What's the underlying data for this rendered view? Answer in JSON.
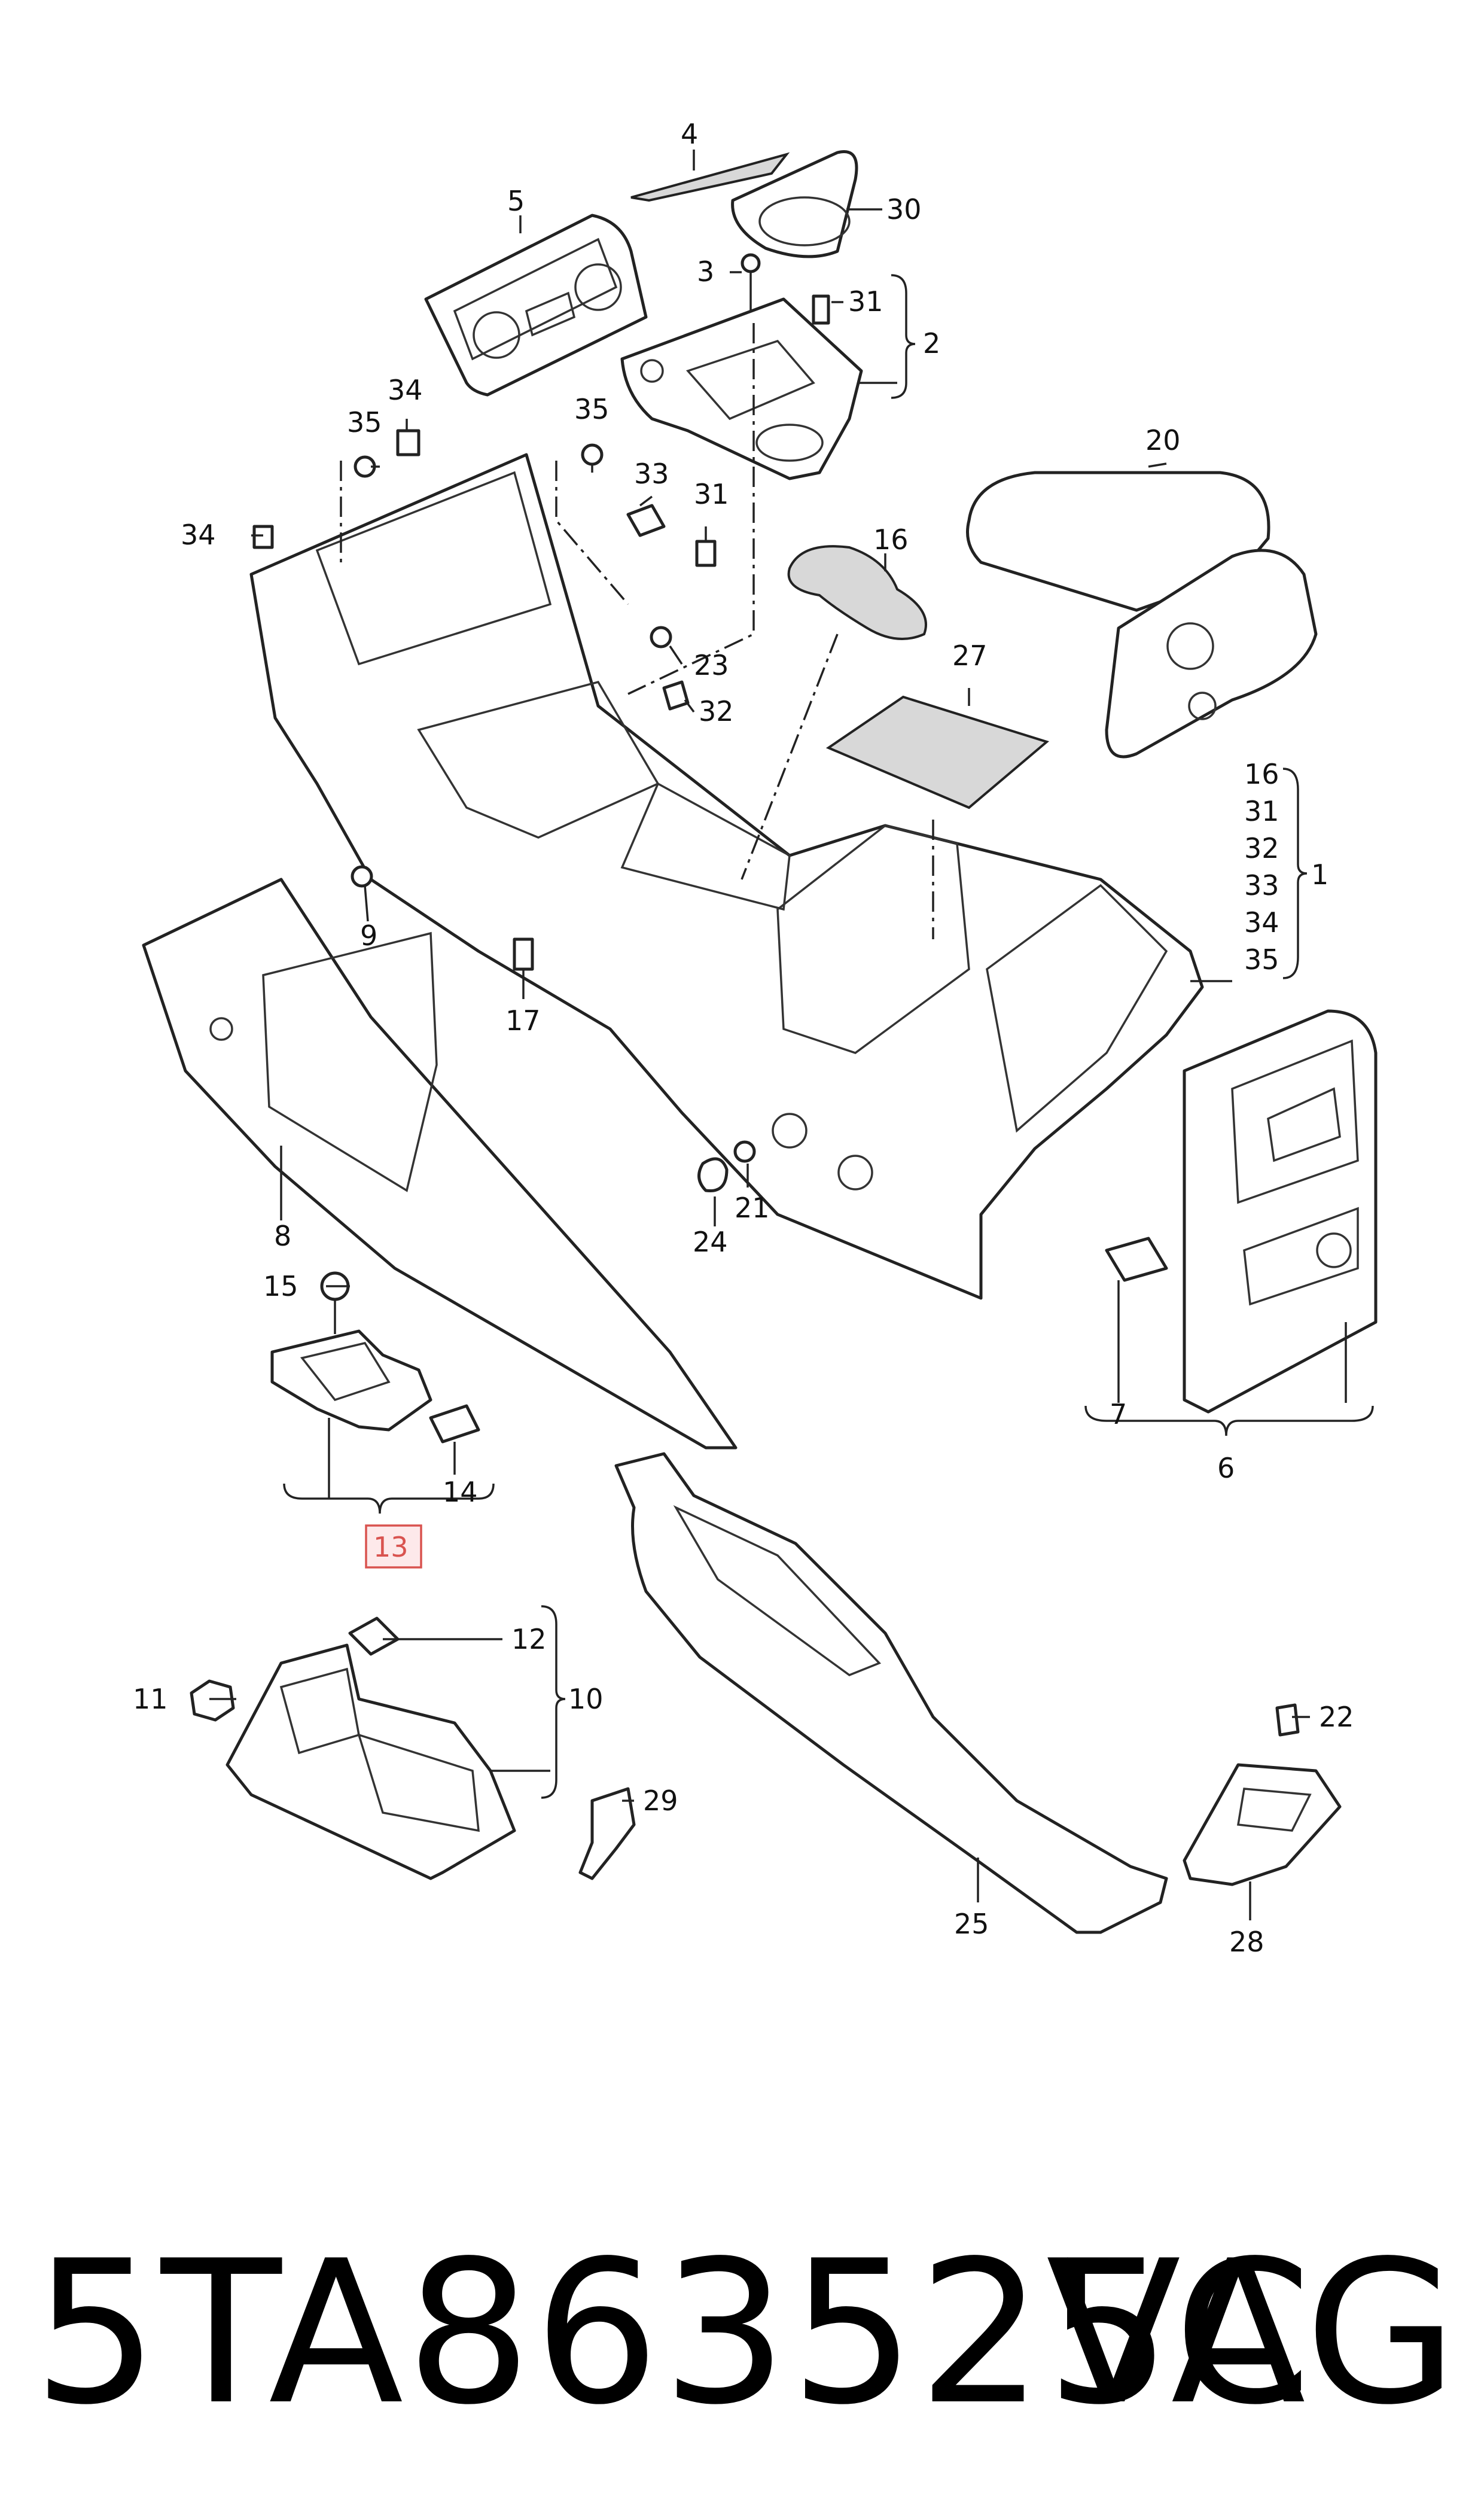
{
  "callouts": [
    {
      "id": "1",
      "label": "1"
    },
    {
      "id": "2",
      "label": "2"
    },
    {
      "id": "3",
      "label": "3"
    },
    {
      "id": "4",
      "label": "4"
    },
    {
      "id": "5",
      "label": "5"
    },
    {
      "id": "6",
      "label": "6"
    },
    {
      "id": "7",
      "label": "7"
    },
    {
      "id": "8",
      "label": "8"
    },
    {
      "id": "9",
      "label": "9"
    },
    {
      "id": "10",
      "label": "10"
    },
    {
      "id": "11",
      "label": "11"
    },
    {
      "id": "12",
      "label": "12"
    },
    {
      "id": "13",
      "label": "13",
      "highlighted": true
    },
    {
      "id": "14",
      "label": "14"
    },
    {
      "id": "15",
      "label": "15"
    },
    {
      "id": "16",
      "label": "16"
    },
    {
      "id": "17",
      "label": "17"
    },
    {
      "id": "20",
      "label": "20"
    },
    {
      "id": "21",
      "label": "21"
    },
    {
      "id": "22",
      "label": "22"
    },
    {
      "id": "23",
      "label": "23"
    },
    {
      "id": "24",
      "label": "24"
    },
    {
      "id": "25",
      "label": "25"
    },
    {
      "id": "27",
      "label": "27"
    },
    {
      "id": "28",
      "label": "28"
    },
    {
      "id": "29",
      "label": "29"
    },
    {
      "id": "30",
      "label": "30"
    },
    {
      "id": "31a",
      "label": "31"
    },
    {
      "id": "31b",
      "label": "31"
    },
    {
      "id": "32",
      "label": "32"
    },
    {
      "id": "33",
      "label": "33"
    },
    {
      "id": "34a",
      "label": "34"
    },
    {
      "id": "34b",
      "label": "34"
    },
    {
      "id": "35a",
      "label": "35"
    },
    {
      "id": "35b",
      "label": "35"
    }
  ],
  "kit_1_contents": [
    "16",
    "31",
    "32",
    "33",
    "34",
    "35"
  ],
  "highlight_color": "#d9534f",
  "footer": {
    "part_number": "5TA863525C",
    "brand": "VAG"
  }
}
